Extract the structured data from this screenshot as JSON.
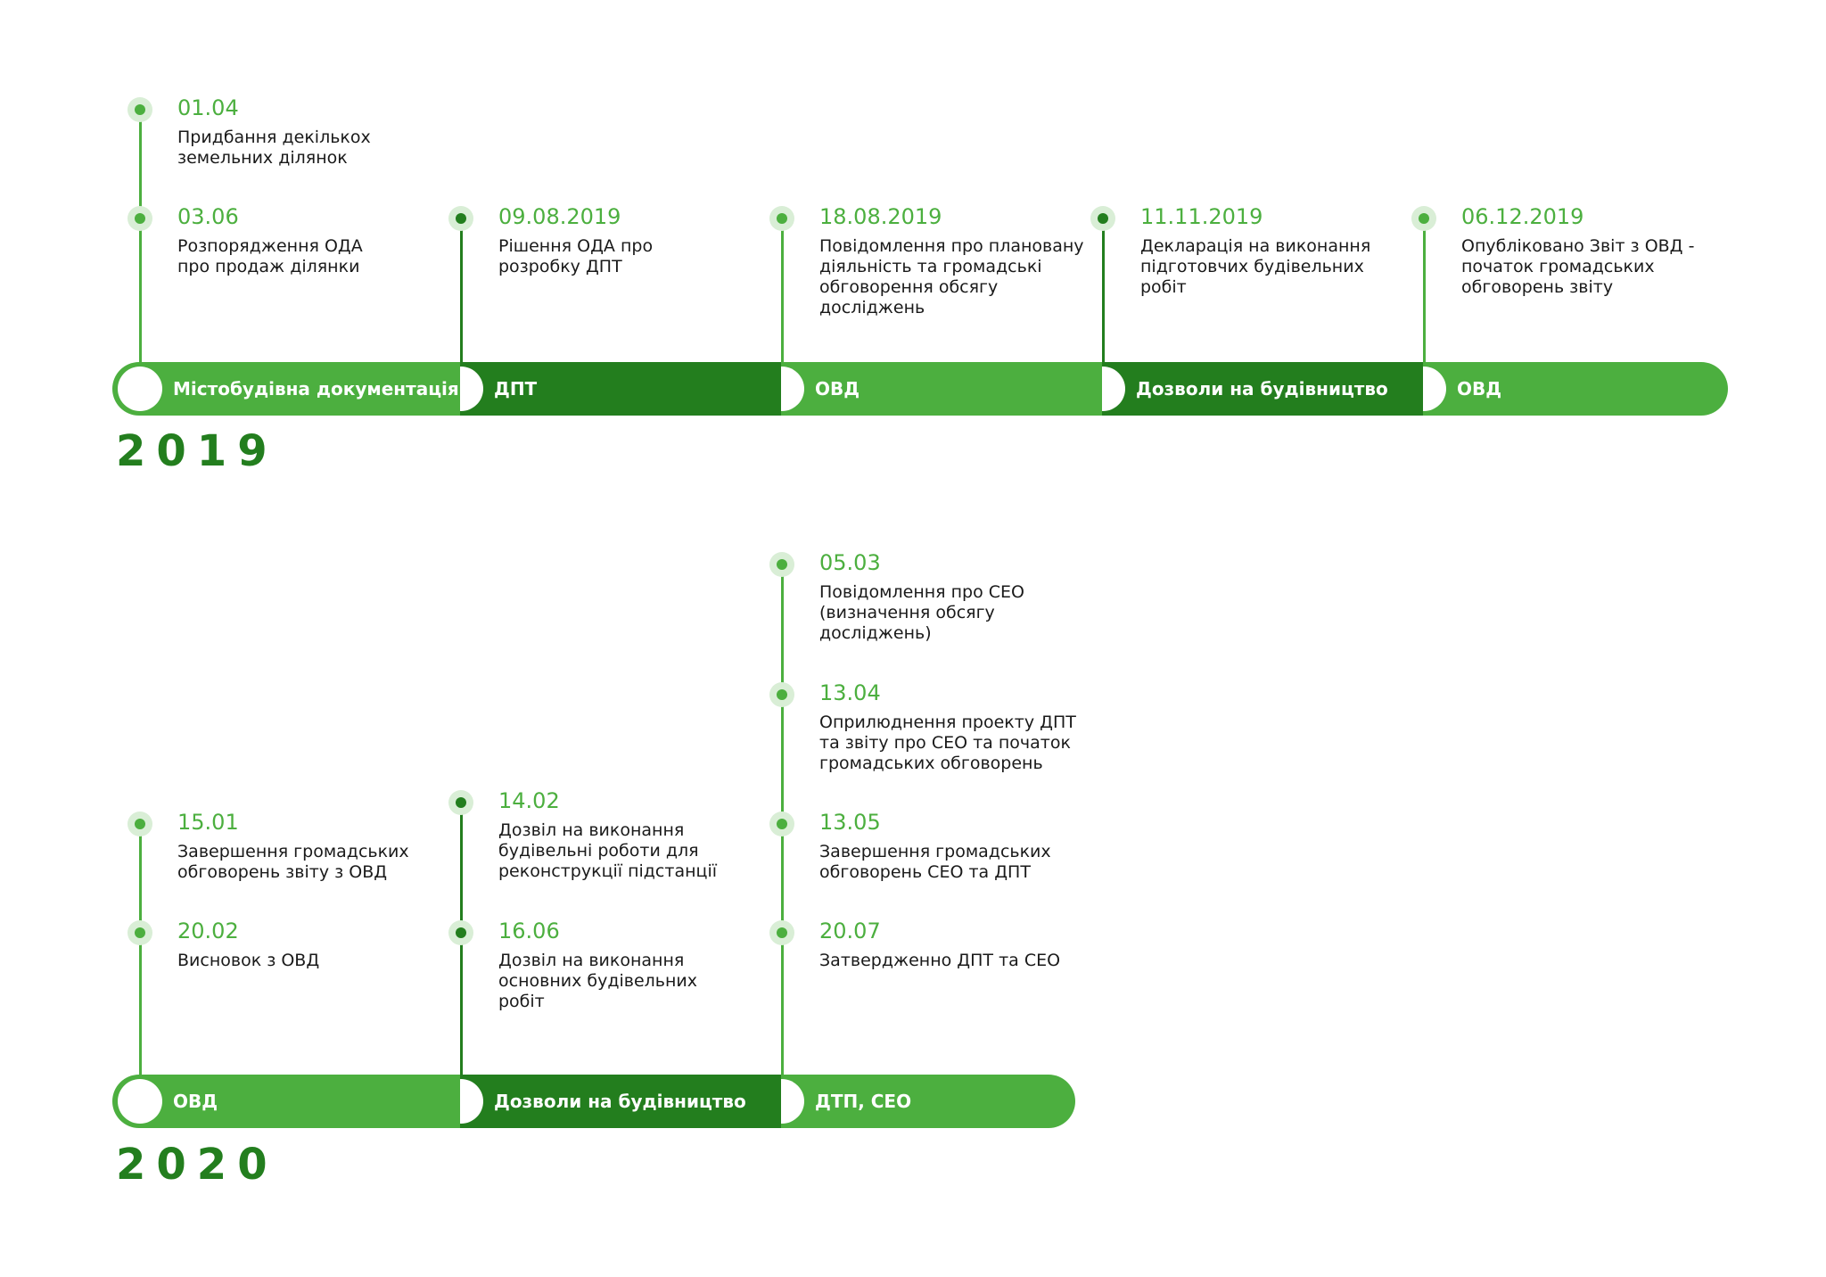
{
  "colors": {
    "light_green": "#4caf3f",
    "dark_green": "#237e1e",
    "date_green": "#4caf3f",
    "dot_dark": "#237e1e",
    "dot_light": "#4caf3f",
    "halo": "#d9eed6",
    "year": "#237e1e"
  },
  "timelines": [
    {
      "year": "2019",
      "segments": [
        {
          "label": "Містобудівна документація",
          "color": "light",
          "events": [
            {
              "date": "01.04",
              "text": "Придбання декількох\nземельних ділянок",
              "dot": "light"
            },
            {
              "date": "03.06",
              "text": "Розпорядження ОДА\nпро продаж ділянки",
              "dot": "light"
            }
          ]
        },
        {
          "label": "ДПТ",
          "color": "dark",
          "events": [
            {
              "date": "09.08.2019",
              "text": "Рішення ОДА про\nрозробку ДПТ",
              "dot": "dark"
            }
          ]
        },
        {
          "label": "ОВД",
          "color": "light",
          "events": [
            {
              "date": "18.08.2019",
              "text": "Повідомлення про плановану\nдіяльність та громадські\nобговорення обсягу\nдосліджень",
              "dot": "light"
            }
          ]
        },
        {
          "label": "Дозволи на будівництво",
          "color": "dark",
          "events": [
            {
              "date": "11.11.2019",
              "text": "Декларація на виконання\nпідготовчих будівельних\nробіт",
              "dot": "dark"
            }
          ]
        },
        {
          "label": "ОВД",
          "color": "light",
          "events": [
            {
              "date": "06.12.2019",
              "text": "Опубліковано Звіт з ОВД -\nпочаток громадських\nобговорень звіту",
              "dot": "light"
            }
          ]
        }
      ]
    },
    {
      "year": "2020",
      "segments": [
        {
          "label": "ОВД",
          "color": "light",
          "events": [
            {
              "date": "15.01",
              "text": "Завершення громадських\nобговорень звіту з ОВД",
              "dot": "light"
            },
            {
              "date": "20.02",
              "text": "Висновок з ОВД",
              "dot": "light"
            }
          ]
        },
        {
          "label": "Дозволи на будівництво",
          "color": "dark",
          "events": [
            {
              "date": "14.02",
              "text": "Дозвіл на виконання\nбудівельні роботи для\nреконструкції підстанції",
              "dot": "dark"
            },
            {
              "date": "16.06",
              "text": "Дозвіл на виконання\nосновних будівельних\nробіт",
              "dot": "dark"
            }
          ]
        },
        {
          "label": "ДТП, СЕО",
          "color": "light",
          "events": [
            {
              "date": "05.03",
              "text": "Повідомлення про СЕО\n(визначення обсягу\nдосліджень)",
              "dot": "light"
            },
            {
              "date": "13.04",
              "text": "Оприлюднення проекту ДПТ\nта звіту про СЕО та початок\nгромадських обговорень",
              "dot": "light"
            },
            {
              "date": "13.05",
              "text": "Завершення громадських\nобговорень СЕО та ДПТ",
              "dot": "light"
            },
            {
              "date": "20.07",
              "text": "Затвердженно ДПТ та СЕО",
              "dot": "light"
            }
          ]
        }
      ]
    }
  ]
}
